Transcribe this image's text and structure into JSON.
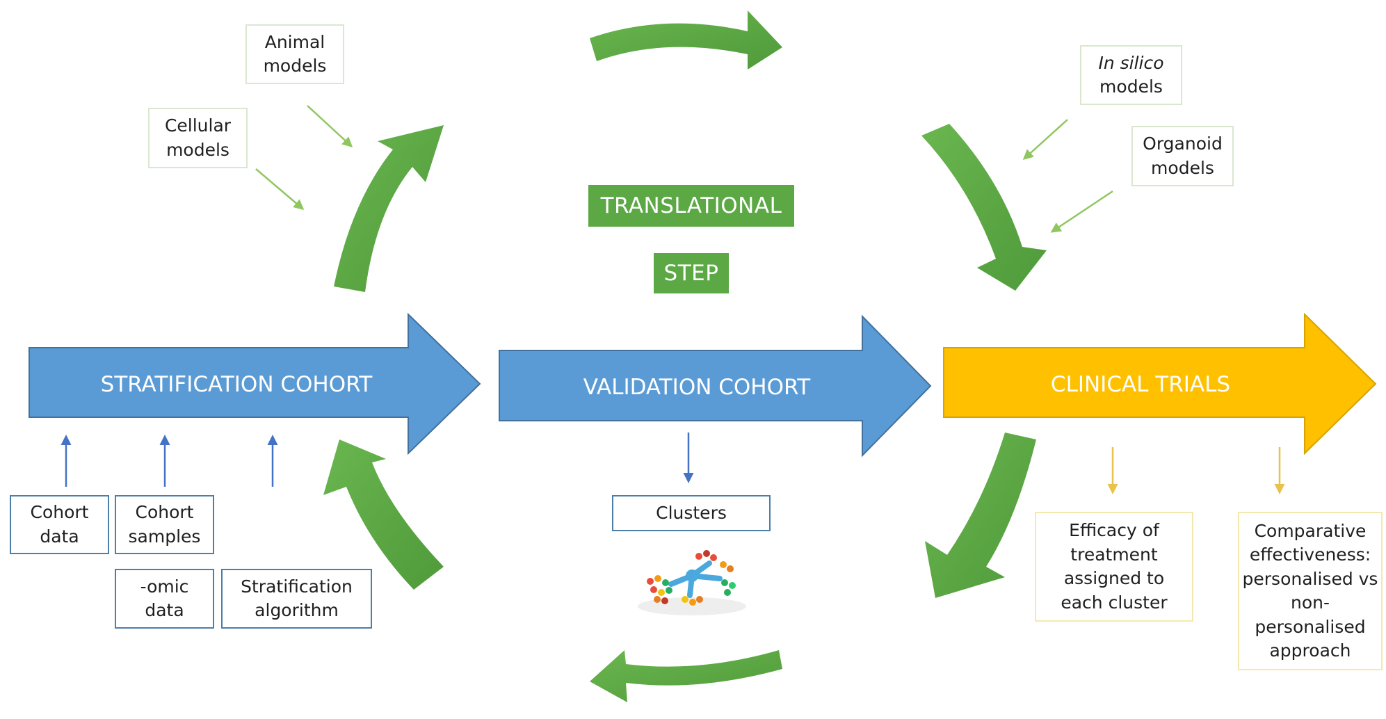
{
  "main_arrows": {
    "stratification": "STRATIFICATION COHORT",
    "validation": "VALIDATION COHORT",
    "clinical": "CLINICAL TRIALS"
  },
  "translational": {
    "line1": "TRANSLATIONAL",
    "line2": "STEP"
  },
  "preclinical_models": {
    "animal": [
      "Animal",
      "models"
    ],
    "cellular": [
      "Cellular",
      "models"
    ],
    "in_silico": [
      "In silico",
      "models"
    ],
    "organoid": [
      "Organoid",
      "models"
    ]
  },
  "stratification_inputs": {
    "cohort_data": [
      "Cohort",
      "data"
    ],
    "cohort_samples": [
      "Cohort",
      "samples"
    ],
    "omic_data": [
      "-omic",
      "data"
    ],
    "stratification_algorithm": [
      "Stratification",
      "algorithm"
    ]
  },
  "validation_output": {
    "clusters": "Clusters"
  },
  "clinical_outputs": {
    "efficacy": [
      "Efficacy of",
      "treatment",
      "assigned to",
      "each cluster"
    ],
    "comparative": [
      "Comparative",
      "effectiveness:",
      "personalised vs",
      "non-",
      "personalised",
      "approach"
    ]
  },
  "colors": {
    "green_arrow": "#5ba844",
    "blue_arrow": "#5b9bd5",
    "blue_border": "#41719c",
    "yellow_arrow": "#ffc000",
    "yellow_border": "#d6a300",
    "green_thin": "#8fc65f",
    "blue_thin": "#4472c4",
    "yellow_thin": "#e8c24a"
  },
  "icons": {
    "clusters_graphic": "people-network-icon"
  }
}
